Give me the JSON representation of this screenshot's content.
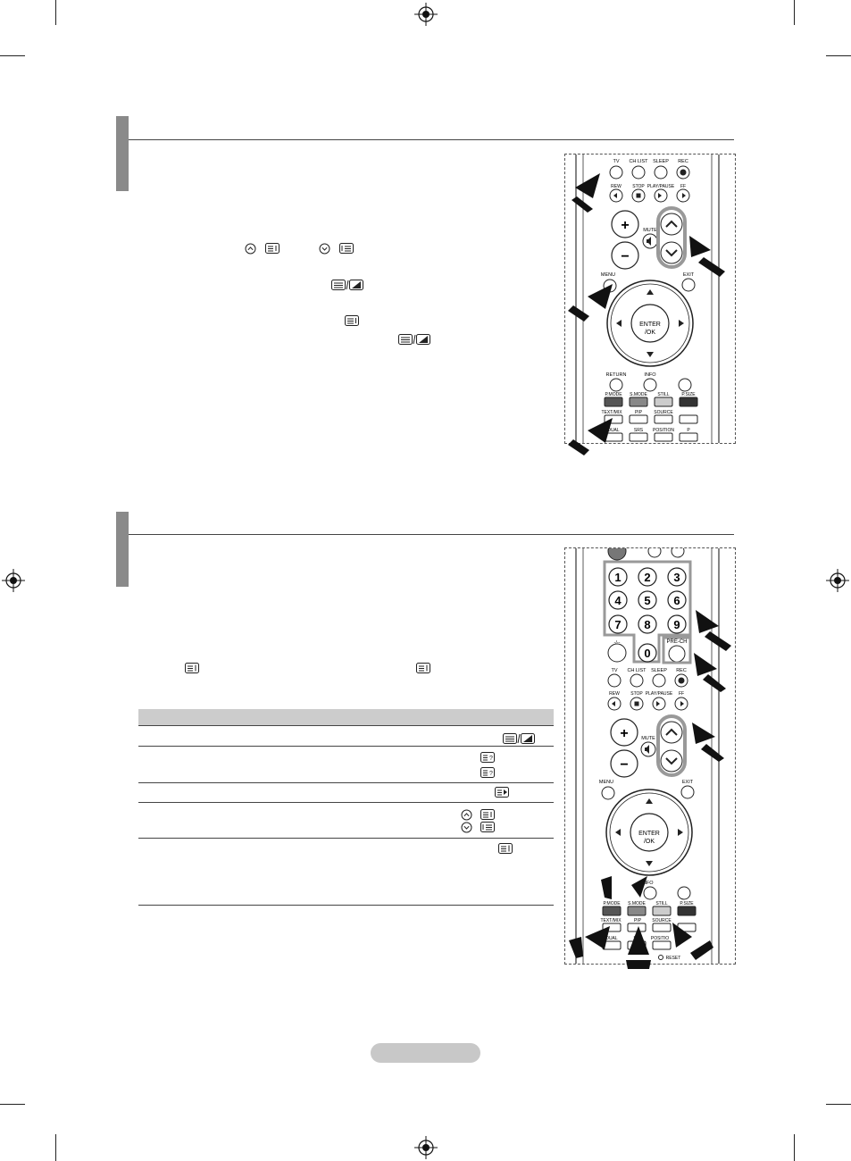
{
  "remote_top": {
    "row1": [
      "TV",
      "CH LIST",
      "SLEEP",
      "REC"
    ],
    "row2": [
      "REW",
      "STOP",
      "PLAY/PAUSE",
      "FF"
    ],
    "mute": "MUTE",
    "menu": "MENU",
    "exit": "EXIT",
    "enter": [
      "ENTER",
      "/OK"
    ],
    "return": "RETURN",
    "info": "INFO",
    "row_color": [
      "P.MODE",
      "S.MODE",
      "STILL",
      "P.SIZE"
    ],
    "row_tt1": [
      "TEXT/MIX",
      "PIP",
      "SOURCE"
    ],
    "row_tt2": [
      "DUAL",
      "SRS",
      "POSITION",
      "P"
    ]
  },
  "remote_bottom": {
    "digits": [
      "1",
      "2",
      "3",
      "4",
      "5",
      "6",
      "7",
      "8",
      "9",
      "0"
    ],
    "dash": "-/--",
    "prech": "PRE-CH",
    "row1": [
      "TV",
      "CH LIST",
      "SLEEP",
      "REC"
    ],
    "row2": [
      "REW",
      "STOP",
      "PLAY/PAUSE",
      "FF"
    ],
    "mute": "MUTE",
    "menu": "MENU",
    "exit": "EXIT",
    "enter": [
      "ENTER",
      "/OK"
    ],
    "info": "INFO",
    "row_color": [
      "P.MODE",
      "S.MODE",
      "STILL",
      "P.SIZE"
    ],
    "row_tt1": [
      "TEXT/MIX",
      "PIP",
      "SOURCE"
    ],
    "row_tt2": [
      "DUAL",
      "S",
      "POSITIO",
      "P"
    ],
    "reset": "RESET"
  }
}
